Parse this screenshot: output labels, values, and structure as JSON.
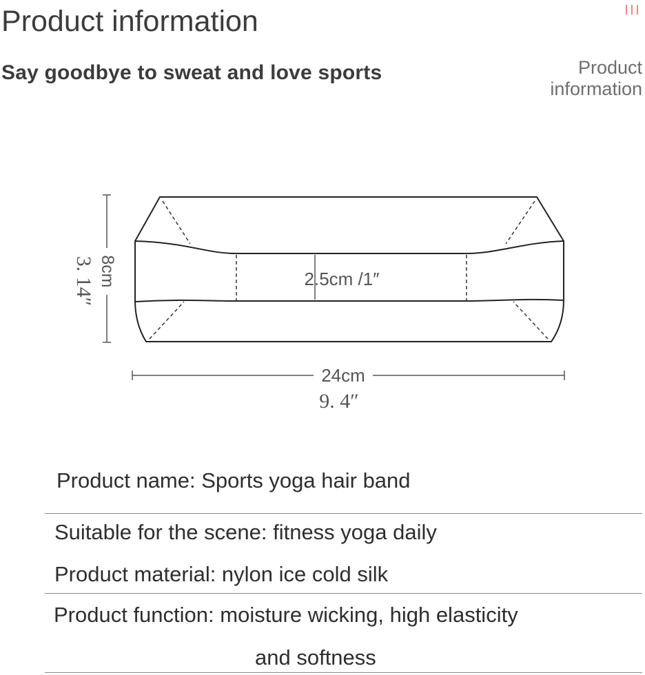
{
  "header": {
    "title": "Product information",
    "subtitle": "Say goodbye to sweat and love sports",
    "side_label_line1": "Product",
    "side_label_line2": "information",
    "menu_icon": "three-vertical-bars-icon",
    "accent_color": "#e58a86"
  },
  "diagram": {
    "inner_width_label": "2.5cm /1″",
    "height_cm_label": "8cm",
    "height_in_label": "3. 14″",
    "width_cm_label": "24cm",
    "width_in_label": "9. 4″"
  },
  "details": {
    "name": "Product name: Sports yoga hair band",
    "scene": "Suitable for the scene: fitness yoga daily",
    "material": "Product material: nylon ice cold silk",
    "function_line1": "Product function: moisture wicking, high elasticity",
    "function_line2": "and softness"
  }
}
